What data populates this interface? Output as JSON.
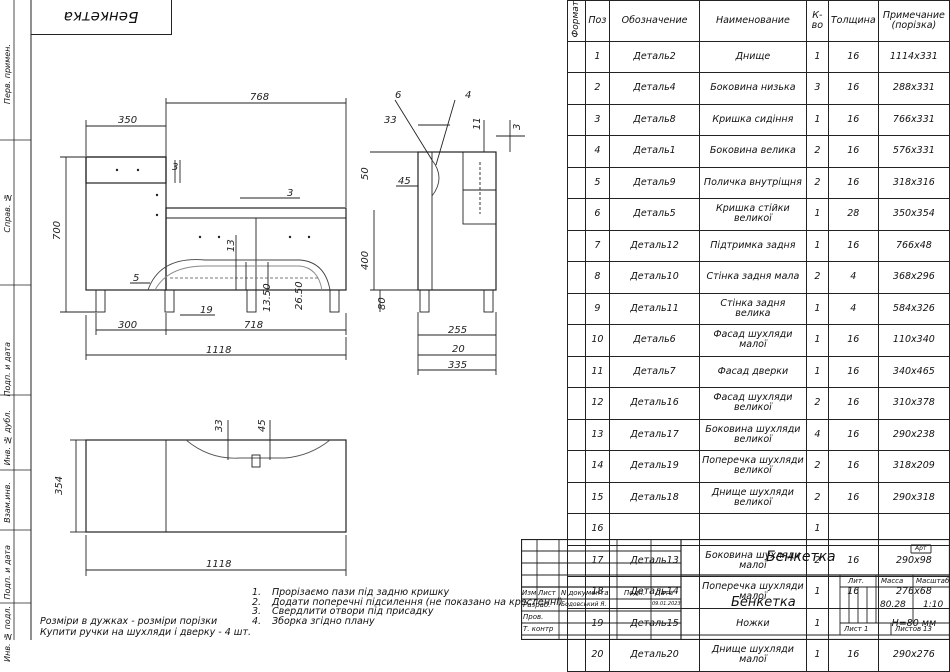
{
  "sheet": {
    "name_box": "Бенкетка",
    "strip_labels": [
      "Перв. примен.",
      "Справ. №",
      "Подп. и дата",
      "Инв. № дубл.",
      "Взам.инв.",
      "Подп. и дата",
      "Инв. № подл."
    ]
  },
  "spec_table": {
    "headers": {
      "format": "Формат",
      "pos": "Поз",
      "designation": "Обозначение",
      "name": "Наименование",
      "qty": "К-во",
      "thickness": "Толщина",
      "note": "Примечание (порізка)"
    },
    "rows": [
      {
        "pos": "1",
        "designation": "Деталь2",
        "name": "Днище",
        "qty": "1",
        "thickness": "16",
        "note": "1114x331"
      },
      {
        "pos": "2",
        "designation": "Деталь4",
        "name": "Боковина низька",
        "qty": "3",
        "thickness": "16",
        "note": "288x331"
      },
      {
        "pos": "3",
        "designation": "Деталь8",
        "name": "Кришка сидіння",
        "qty": "1",
        "thickness": "16",
        "note": "766x331"
      },
      {
        "pos": "4",
        "designation": "Деталь1",
        "name": "Боковина велика",
        "qty": "2",
        "thickness": "16",
        "note": "576x331"
      },
      {
        "pos": "5",
        "designation": "Деталь9",
        "name": "Поличка внутріщня",
        "qty": "2",
        "thickness": "16",
        "note": "318x316"
      },
      {
        "pos": "6",
        "designation": "Деталь5",
        "name": "Кришка стійки великої",
        "qty": "1",
        "thickness": "28",
        "note": "350x354"
      },
      {
        "pos": "7",
        "designation": "Деталь12",
        "name": "Підтримка задня",
        "qty": "1",
        "thickness": "16",
        "note": "766x48"
      },
      {
        "pos": "8",
        "designation": "Деталь10",
        "name": "Стінка задня мала",
        "qty": "2",
        "thickness": "4",
        "note": "368x296"
      },
      {
        "pos": "9",
        "designation": "Деталь11",
        "name": "Стінка задня велика",
        "qty": "1",
        "thickness": "4",
        "note": "584x326"
      },
      {
        "pos": "10",
        "designation": "Деталь6",
        "name": "Фасад шухляди малої",
        "qty": "1",
        "thickness": "16",
        "note": "110x340"
      },
      {
        "pos": "11",
        "designation": "Деталь7",
        "name": "Фасад дверки",
        "qty": "1",
        "thickness": "16",
        "note": "340x465"
      },
      {
        "pos": "12",
        "designation": "Деталь16",
        "name": "Фасад шухляди великої",
        "qty": "2",
        "thickness": "16",
        "note": "310x378"
      },
      {
        "pos": "13",
        "designation": "Деталь17",
        "name": "Боковина шухляди великої",
        "qty": "4",
        "thickness": "16",
        "note": "290x238"
      },
      {
        "pos": "14",
        "designation": "Деталь19",
        "name": "Поперечка шухляди великої",
        "qty": "2",
        "thickness": "16",
        "note": "318x209"
      },
      {
        "pos": "15",
        "designation": "Деталь18",
        "name": "Днище шухляди великої",
        "qty": "2",
        "thickness": "16",
        "note": "290x318"
      },
      {
        "pos": "16",
        "designation": "",
        "name": "",
        "qty": "1",
        "thickness": "",
        "note": ""
      },
      {
        "pos": "17",
        "designation": "Деталь13",
        "name": "Боковина шухляди малої",
        "qty": "2",
        "thickness": "16",
        "note": "290x98"
      },
      {
        "pos": "18",
        "designation": "Деталь14",
        "name": "Поперечка шухляди малої",
        "qty": "1",
        "thickness": "16",
        "note": "276x68"
      },
      {
        "pos": "19",
        "designation": "Деталь15",
        "name": "Ножки",
        "qty": "1",
        "thickness": "-----",
        "note": "H=80 мм"
      },
      {
        "pos": "20",
        "designation": "Деталь20",
        "name": "Днище шухляди малої",
        "qty": "1",
        "thickness": "16",
        "note": "290x276"
      }
    ]
  },
  "dimensions": {
    "front": {
      "top_overall": "768",
      "left_top": "350",
      "height": "700",
      "mid_3a": "3",
      "mid_3b": "3",
      "dim_13": "13",
      "dim_5": "5",
      "dim_19": "19",
      "dim_1350": "13.50",
      "dim_2650": "26.50",
      "bottom_left": "300",
      "bottom_right": "718",
      "overall": "1118"
    },
    "side": {
      "l6": "6",
      "l4": "4",
      "d33": "33",
      "d11": "11",
      "d3": "3",
      "d45": "45",
      "d50": "50",
      "d400": "400",
      "d80": "80",
      "d255": "255",
      "d20": "20",
      "d335": "335"
    },
    "plan": {
      "d33": "33",
      "d45": "45",
      "d354": "354",
      "overall": "1118"
    }
  },
  "notes": [
    {
      "num": "1.",
      "text": "Прорізаємо пази під задню кришку"
    },
    {
      "num": "2.",
      "text": "Додати поперечні підсилення (не показано на кресленні)"
    },
    {
      "num": "3.",
      "text": "Свердлити отвори під присадку"
    },
    {
      "num": "4.",
      "text": "Зборка згідно плану"
    }
  ],
  "foot_notes": [
    "Розміри в дужках - розміри порізки",
    "Купити ручки на шухляди і дверку - 4 шт."
  ],
  "title_block": {
    "title_top": "Бенкетка",
    "title_main": "Бенкетка",
    "cols": [
      "Изм",
      "Лист",
      "N документа",
      "Подп.",
      "Дата"
    ],
    "roles": [
      "Разраб.",
      "Пров.",
      "Т. контр"
    ],
    "developer": "Бодовський Я.",
    "date": "09.01.2023",
    "lit_label": "Лит.",
    "mass_label": "Масса",
    "scale_label": "Масштаб",
    "mass": "80.28",
    "scale": "1:10",
    "sheet_label": "Лист",
    "sheet_num": "1",
    "sheets_label": "Листов",
    "sheets_num": "13",
    "copy_label": "Арт"
  }
}
